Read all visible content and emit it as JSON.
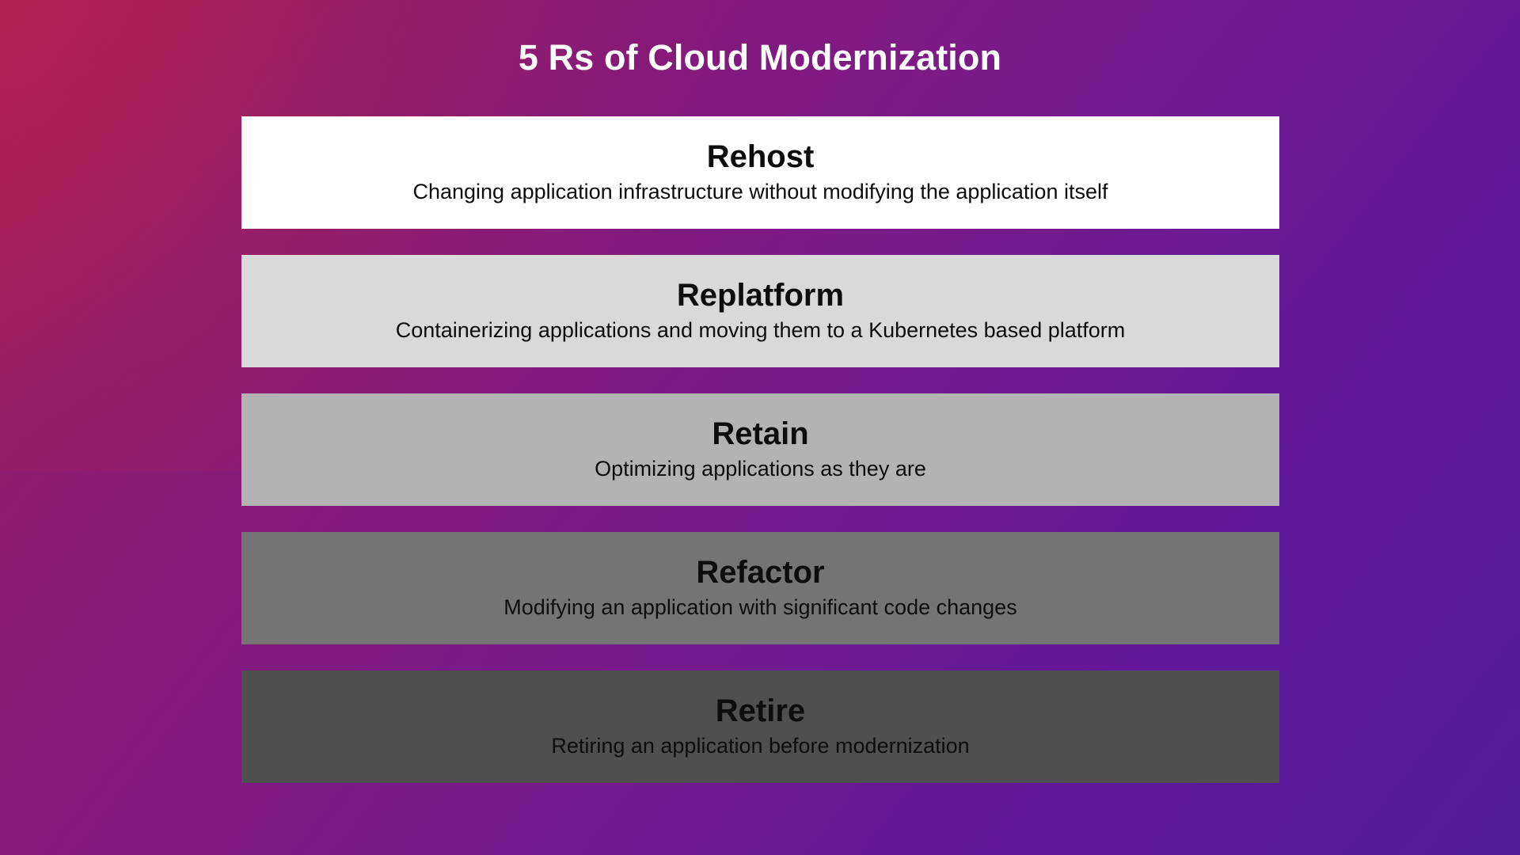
{
  "slide": {
    "title": "5 Rs of Cloud Modernization",
    "title_color": "#ffffff",
    "background": {
      "type": "linear-gradient",
      "angle_deg": 128,
      "from": "#a62055",
      "mid": "#7c1a86",
      "to": "#531a9c"
    }
  },
  "bars": [
    {
      "id": "rehost",
      "title": "Rehost",
      "description": "Changing application infrastructure without modifying the application itself",
      "fill": "#ffffff",
      "text_color": "#0d0d0d"
    },
    {
      "id": "replatform",
      "title": "Replatform",
      "description": "Containerizing applications and moving them to a Kubernetes based platform",
      "fill": "#d9d9d9",
      "text_color": "#0d0d0d"
    },
    {
      "id": "retain",
      "title": "Retain",
      "description": "Optimizing applications as they are",
      "fill": "#b3b3b3",
      "text_color": "#0d0d0d"
    },
    {
      "id": "refactor",
      "title": "Refactor",
      "description": "Modifying an application with significant code changes",
      "fill": "#747474",
      "text_color": "#0d0d0d"
    },
    {
      "id": "retire",
      "title": "Retire",
      "description": "Retiring an application before modernization",
      "fill": "#4f4f4f",
      "text_color": "#0d0d0d"
    }
  ]
}
